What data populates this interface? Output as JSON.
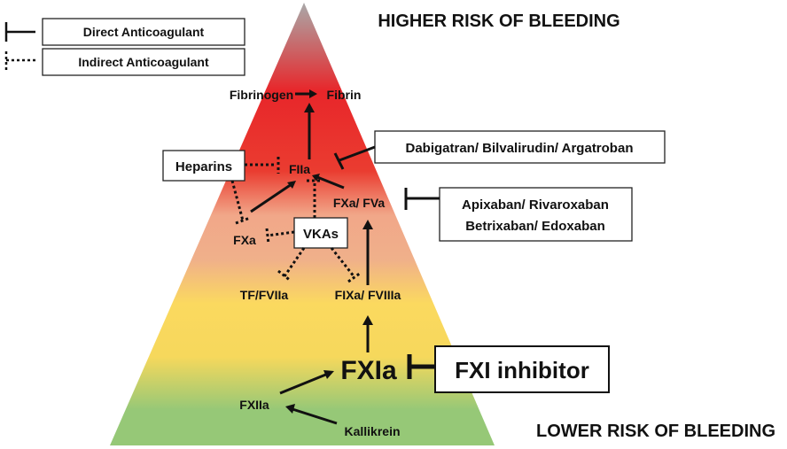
{
  "legend": {
    "direct": "Direct Anticoagulant",
    "indirect": "Indirect Anticoagulant"
  },
  "risk": {
    "high": "HIGHER RISK OF BLEEDING",
    "low": "LOWER RISK OF BLEEDING",
    "high_color": "#b01e1e",
    "low_color": "#4f8a2b"
  },
  "pyramid_colors": {
    "apex": "#a9a9a9",
    "red": "#e8262a",
    "salmon": "#f1a789",
    "yellow": "#fbd95f",
    "green": "#96c877"
  },
  "nodes": {
    "fibrinogen": "Fibrinogen",
    "fibrin": "Fibrin",
    "fiia": "FIIa",
    "fxa_fva": "FXa/ FVa",
    "fxa": "FXa",
    "tf_fviia": "TF/FVIIa",
    "fixa_fviiia": "FIXa/ FVIIIa",
    "fxia": "FXIa",
    "fxiia": "FXIIa",
    "kallikrein": "Kallikrein"
  },
  "drugs": {
    "heparins": "Heparins",
    "vkas": "VKAs",
    "thrombin_inhibitors": "Dabigatran/ Bilvalirudin/ Argatroban",
    "xa_inhibitors_line1": "Apixaban/ Rivaroxaban",
    "xa_inhibitors_line2": "Betrixaban/ Edoxaban",
    "fxi_inhibitor": "FXI inhibitor"
  }
}
